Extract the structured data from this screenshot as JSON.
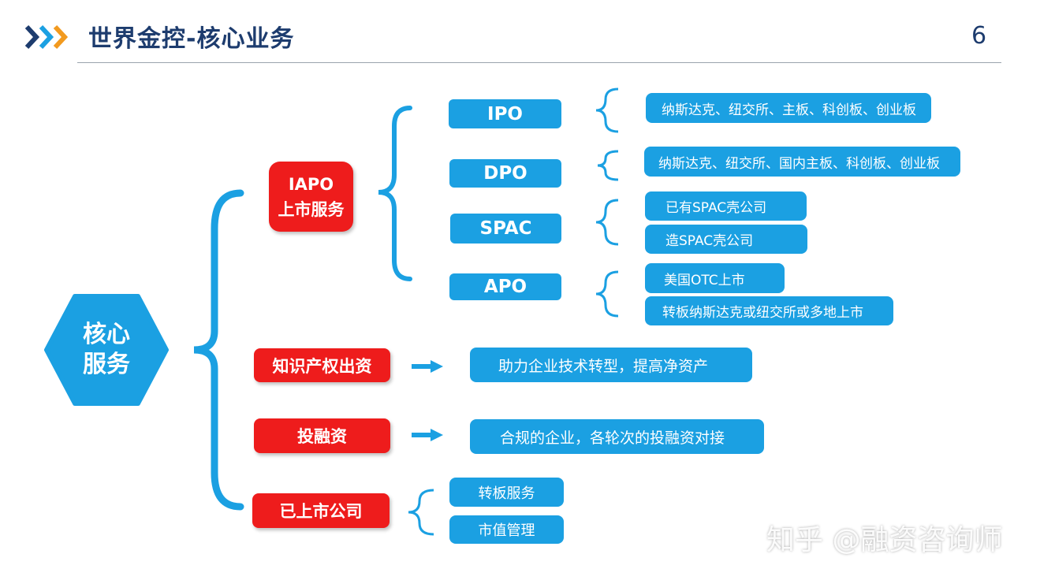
{
  "header": {
    "title": "世界金控-核心业务",
    "page_number": "6"
  },
  "root": {
    "line1": "核心",
    "line2": "服务"
  },
  "iapo": {
    "label_line1": "IAPO",
    "label_line2": "上市服务",
    "methods": [
      {
        "name": "IPO",
        "details": [
          "纳斯达克、纽交所、主板、科创板、创业板"
        ]
      },
      {
        "name": "DPO",
        "details": [
          "纳斯达克、纽交所、国内主板、科创板、创业板"
        ]
      },
      {
        "name": "SPAC",
        "details": [
          "已有SPAC壳公司",
          "造SPAC壳公司"
        ]
      },
      {
        "name": "APO",
        "details": [
          "美国OTC上市",
          "转板纳斯达克或纽交所或多地上市"
        ]
      }
    ]
  },
  "ip": {
    "label": "知识产权出资",
    "detail": "助力企业技术转型，提高净资产"
  },
  "finance": {
    "label": "投融资",
    "detail": "合规的企业，各轮次的投融资对接"
  },
  "listed": {
    "label": "已上市公司",
    "items": [
      "转板服务",
      "市值管理"
    ]
  },
  "watermark": "知乎 @融资咨询师",
  "colors": {
    "red": "#ee1c1c",
    "blue": "#1ba0e2",
    "title": "#1d3c6e"
  }
}
